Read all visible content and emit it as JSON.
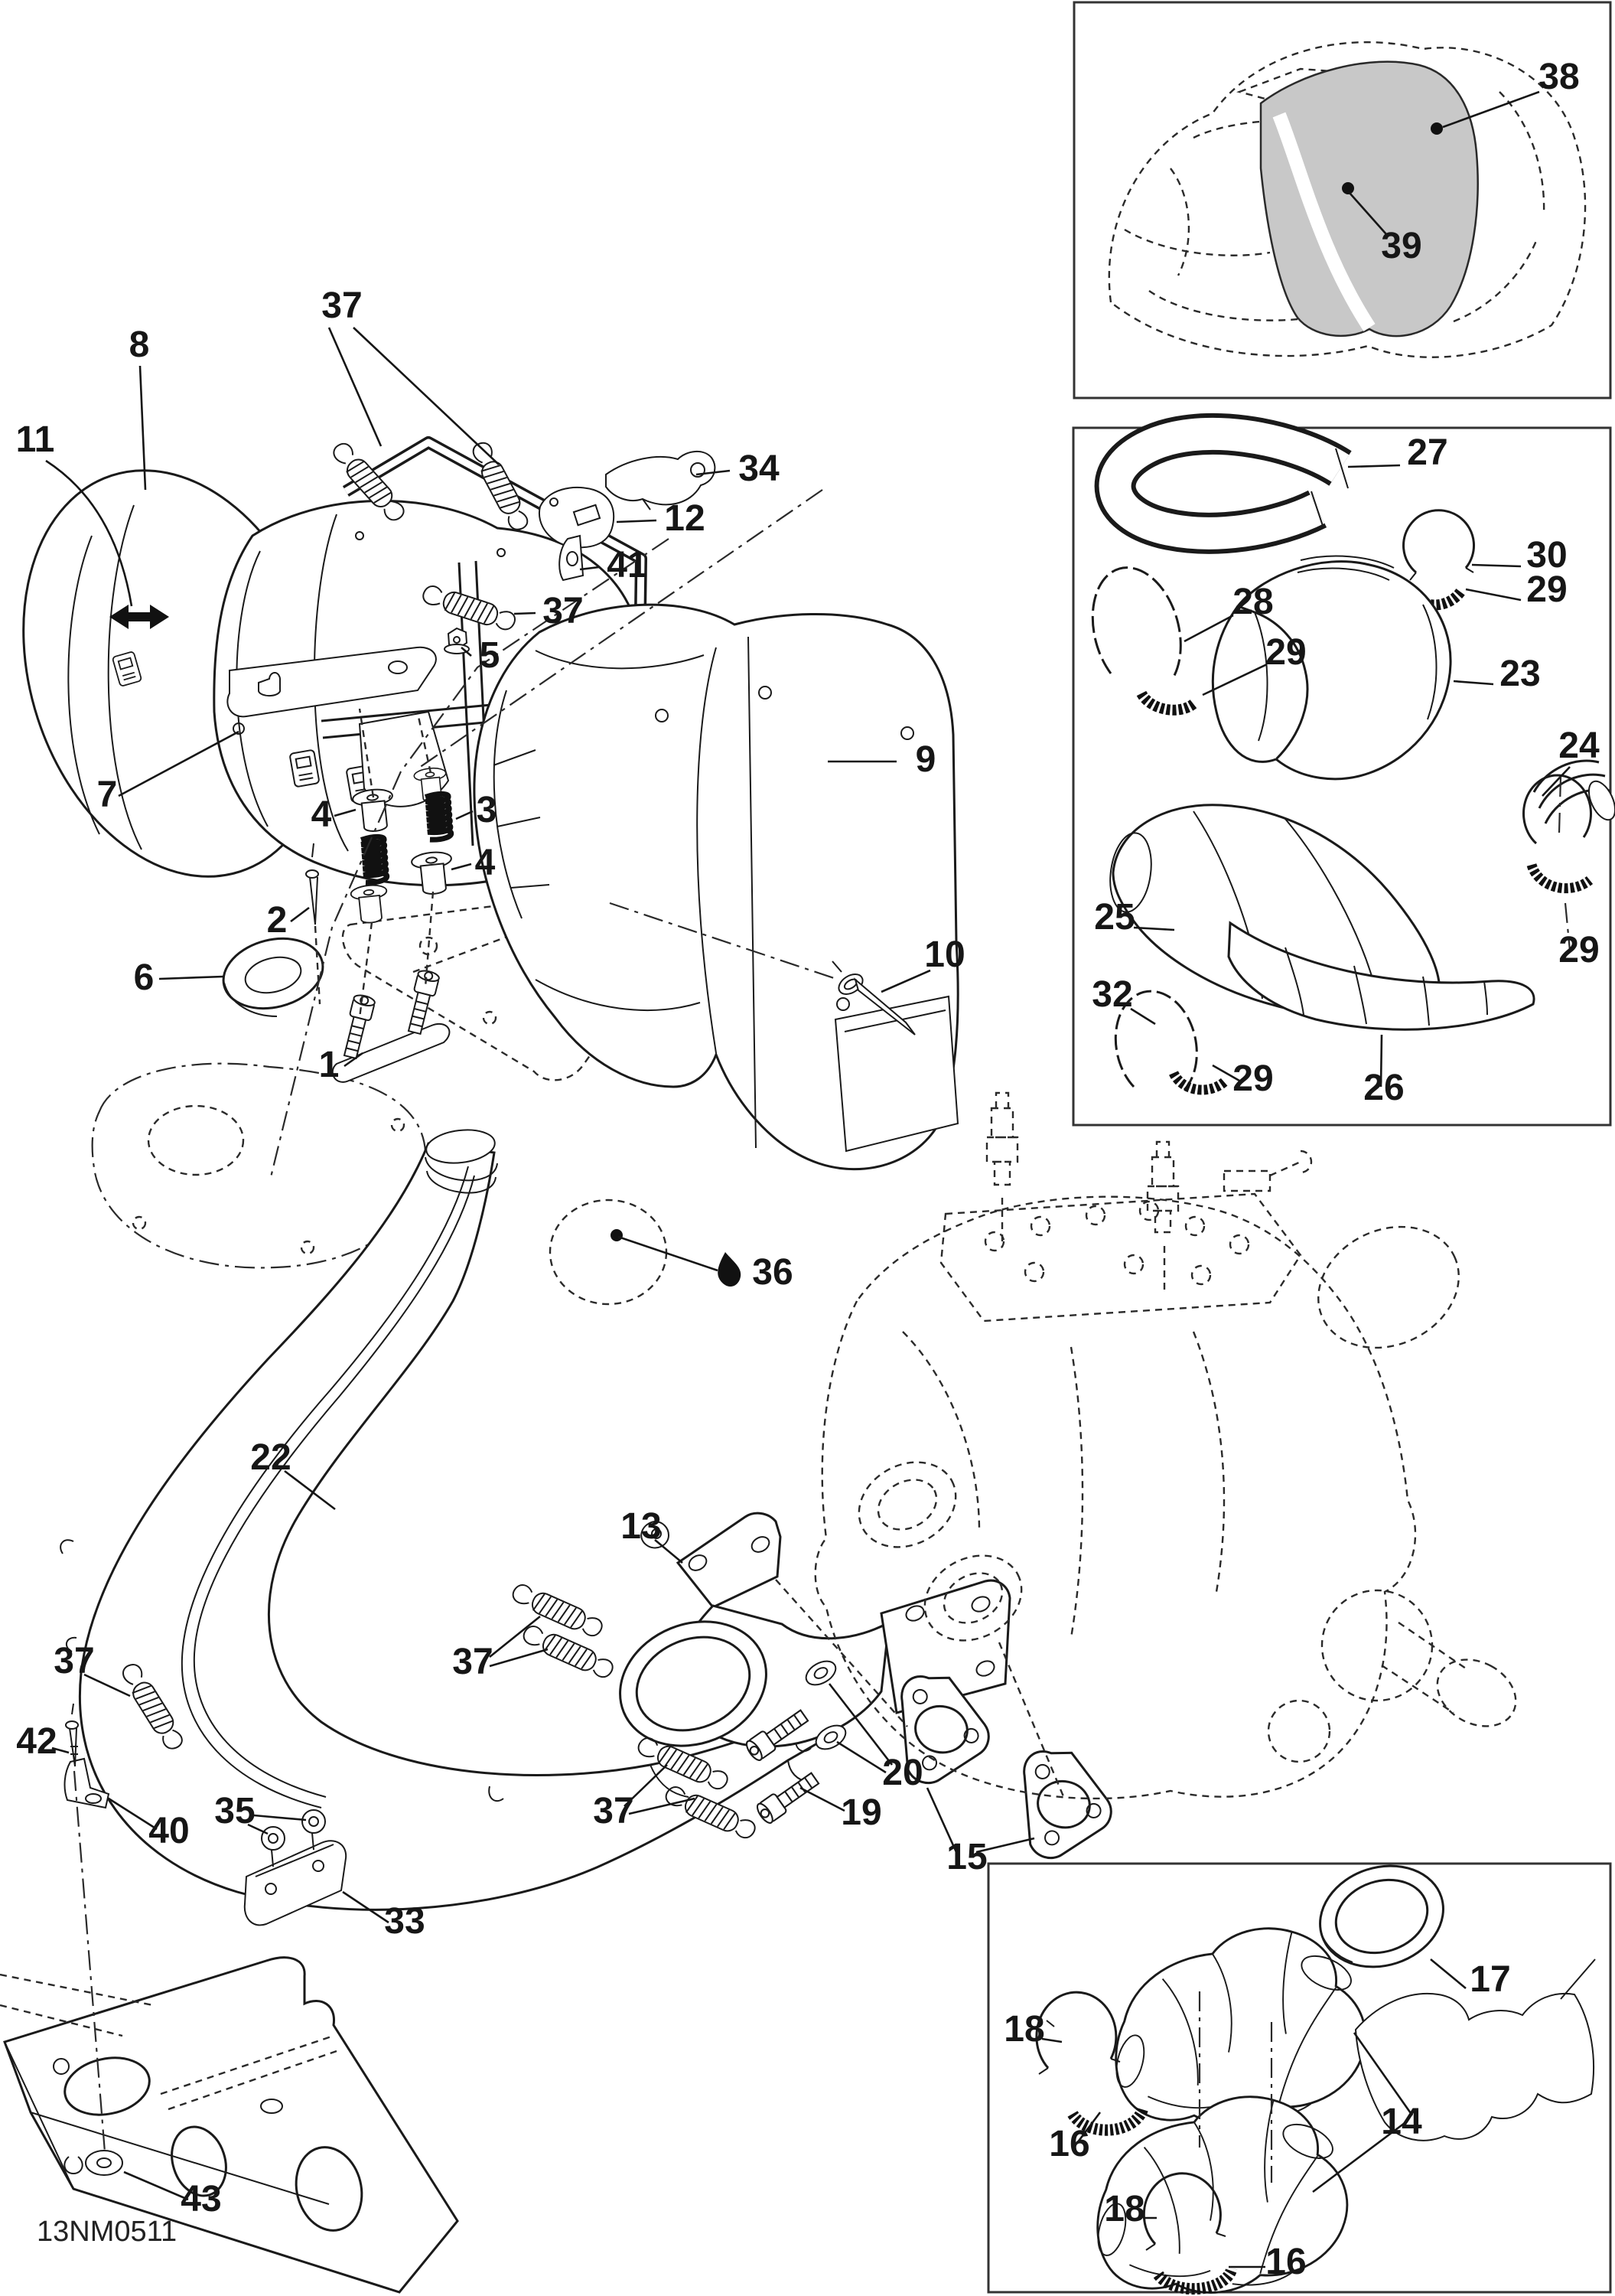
{
  "drawing": {
    "id_code": "13NM0511",
    "colors": {
      "line": "#1a1a1a",
      "shaded_panel": "#c8c8c8",
      "background": "#ffffff"
    },
    "icons": {
      "oil_drop": "oil-drop",
      "direction_arrow": "left-right-double-arrow"
    },
    "callouts": {
      "main": [
        "37",
        "8",
        "11",
        "34",
        "12",
        "41",
        "37",
        "5",
        "9",
        "7",
        "4",
        "3",
        "4",
        "2",
        "6",
        "1",
        "10",
        "36",
        "22",
        "13",
        "37",
        "37",
        "20",
        "19",
        "15",
        "37",
        "42",
        "40",
        "35",
        "33",
        "43"
      ],
      "inset_hood": [
        "38",
        "39"
      ],
      "inset_hoses": [
        "27",
        "30",
        "29",
        "28",
        "29",
        "23",
        "24",
        "25",
        "29",
        "32",
        "29",
        "26"
      ],
      "inset_ypipe": [
        "17",
        "18",
        "16",
        "14",
        "18",
        "16"
      ]
    }
  }
}
